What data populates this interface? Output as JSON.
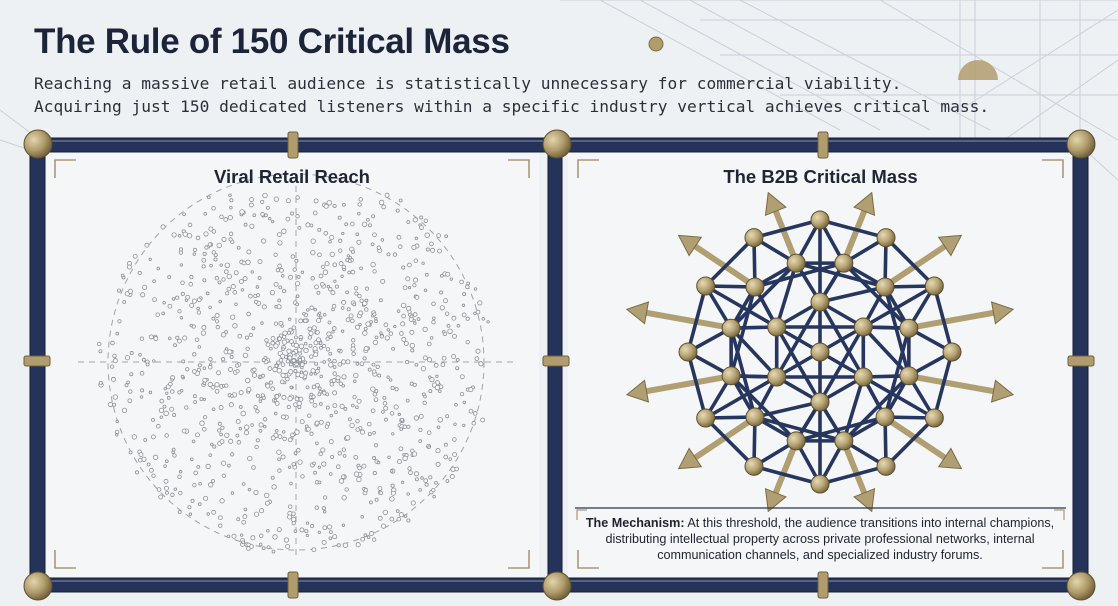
{
  "title": "The Rule of 150 Critical Mass",
  "subtitle_lines": [
    "Reaching a massive retail audience is statistically unnecessary for commercial viability.",
    "Acquiring just 150 dedicated listeners within a specific industry vertical achieves critical mass."
  ],
  "panels": {
    "left": {
      "heading": "Viral Retail Reach"
    },
    "right": {
      "heading": "The B2B Critical Mass"
    }
  },
  "mechanism": {
    "label": "The Mechanism:",
    "text": " At this threshold, the audience transitions into internal champions, distributing intellectual property across private professional networks, internal communication channels, and specialized industry forums."
  },
  "colors": {
    "frame_navy": "#25335a",
    "brass": "#b09c6c",
    "lattice_navy": "#27365e",
    "arrow_gold": "#b19f74",
    "dot_gray": "#8c9096"
  }
}
